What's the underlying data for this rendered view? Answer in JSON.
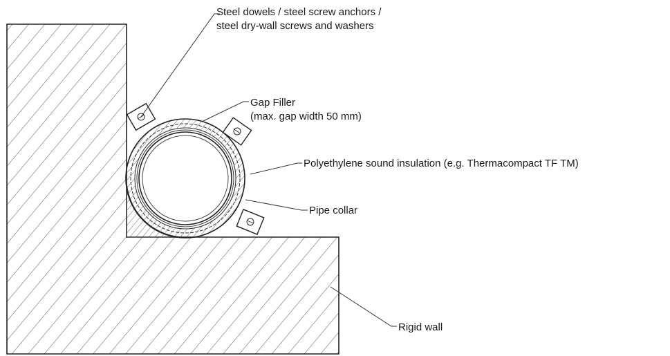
{
  "labels": {
    "fasteners_line1": "Steel dowels / steel screw anchors /",
    "fasteners_line2": "steel dry-wall screws and washers",
    "gap_filler_line1": "Gap Filler",
    "gap_filler_line2": "(max. gap width 50 mm)",
    "insulation": "Polyethylene sound insulation (e.g. Thermacompact TF TM)",
    "collar": "Pipe collar",
    "wall": "Rigid wall"
  },
  "colors": {
    "line": "#222222",
    "hatch": "#555555",
    "text": "#1a1a1a",
    "background": "#ffffff"
  }
}
